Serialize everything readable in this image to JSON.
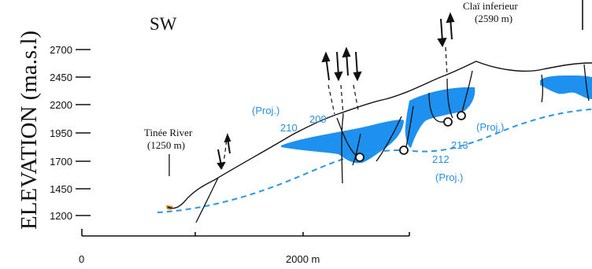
{
  "figure": {
    "y_axis_label": "ELEVATION (ma.s.l)",
    "direction_label": "SW",
    "y_ticks": [
      "2700",
      "2450",
      "2200",
      "1950",
      "1700",
      "1450",
      "1200"
    ],
    "x_ticks": [
      "0",
      "2000 m"
    ],
    "river_label": [
      "Tinée River",
      "(1250 m)"
    ],
    "peak_label": [
      "Claï inferieur",
      "(2590 m)"
    ],
    "point_labels": [
      "209",
      "210",
      "213",
      "212"
    ],
    "projection_labels": [
      "(Proj.)",
      "(Proj.)",
      "(Proj.)"
    ],
    "colors": {
      "water_body": "#1e90f0",
      "water_table": "#2a98e0",
      "line": "#1a1a1a",
      "label_blue": "#2a8fe0",
      "river_deposit": "#d9822b"
    }
  }
}
